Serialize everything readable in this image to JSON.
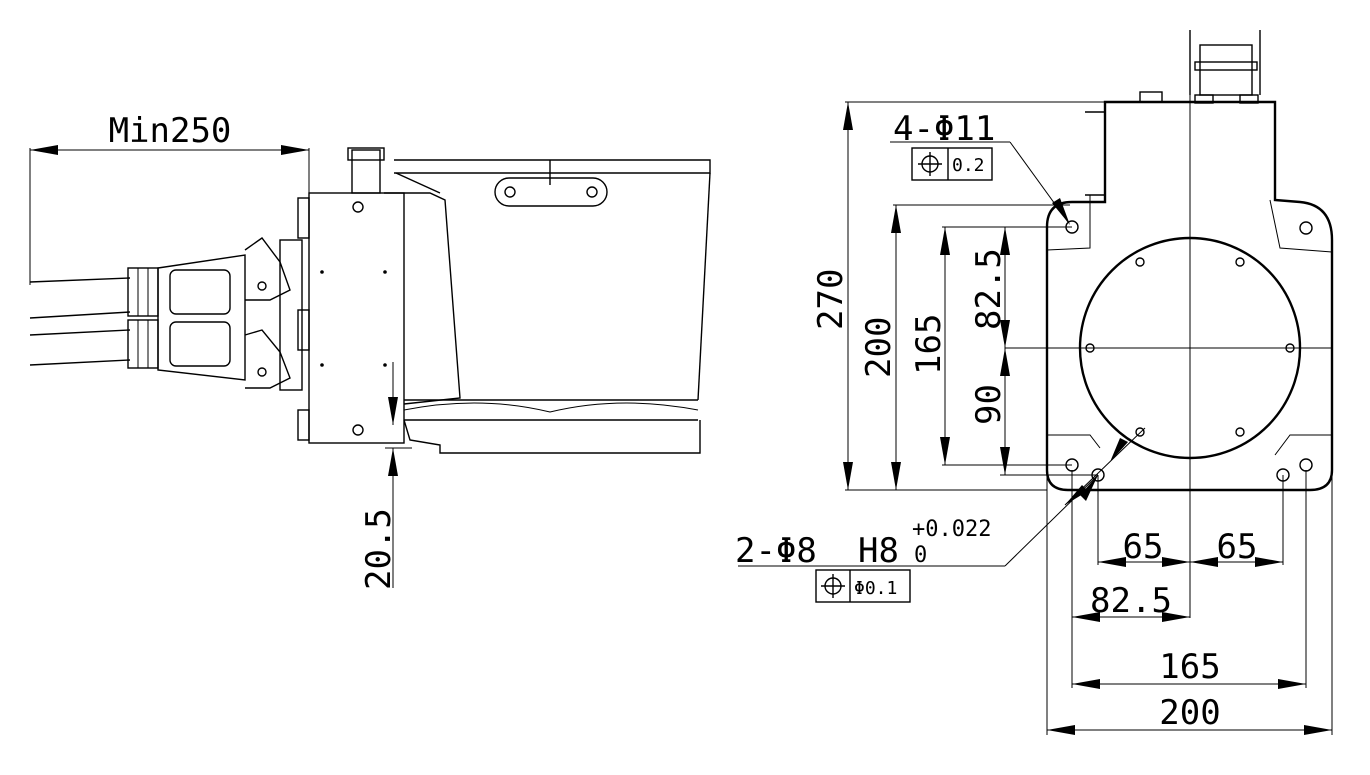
{
  "side_view": {
    "min_length_label": "Min250",
    "base_offset_label": "20.5"
  },
  "top_view": {
    "mount_holes_label": "4-Φ11",
    "mount_holes_tolerance": "0.2",
    "pin_holes_label": "2-Φ8",
    "pin_fit_label": "H8",
    "pin_fit_upper": "+0.022",
    "pin_fit_lower": "0",
    "pin_holes_tolerance": "Φ0.1",
    "dim_height_total": "270",
    "dim_height_holes": "200",
    "dim_height_pins": "165",
    "dim_upper_offset": "82.5",
    "dim_lower_offset": "90",
    "dim_pin_left": "65",
    "dim_pin_right": "65",
    "dim_pin_offset": "82.5",
    "dim_width_pins": "165",
    "dim_width_total": "200"
  }
}
